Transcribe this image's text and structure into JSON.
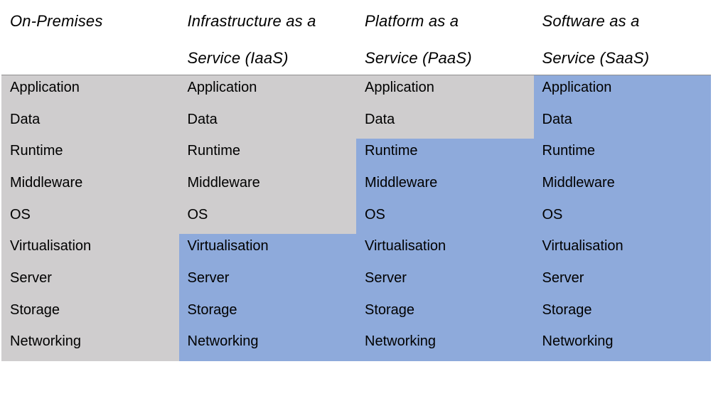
{
  "columns": [
    {
      "title": "On-Premises",
      "vendor_managed_from": 9
    },
    {
      "title": "Infrastructure as a\nService (IaaS)",
      "vendor_managed_from": 5
    },
    {
      "title": "Platform as a\nService (PaaS)",
      "vendor_managed_from": 2
    },
    {
      "title": "Software as a\nService (SaaS)",
      "vendor_managed_from": 0
    }
  ],
  "layers": [
    "Application",
    "Data",
    "Runtime",
    "Middleware",
    "OS",
    "Virtualisation",
    "Server",
    "Storage",
    "Networking"
  ],
  "colors": {
    "managed_by_you": "#cfcdce",
    "managed_by_vendor": "#8eaadb"
  }
}
